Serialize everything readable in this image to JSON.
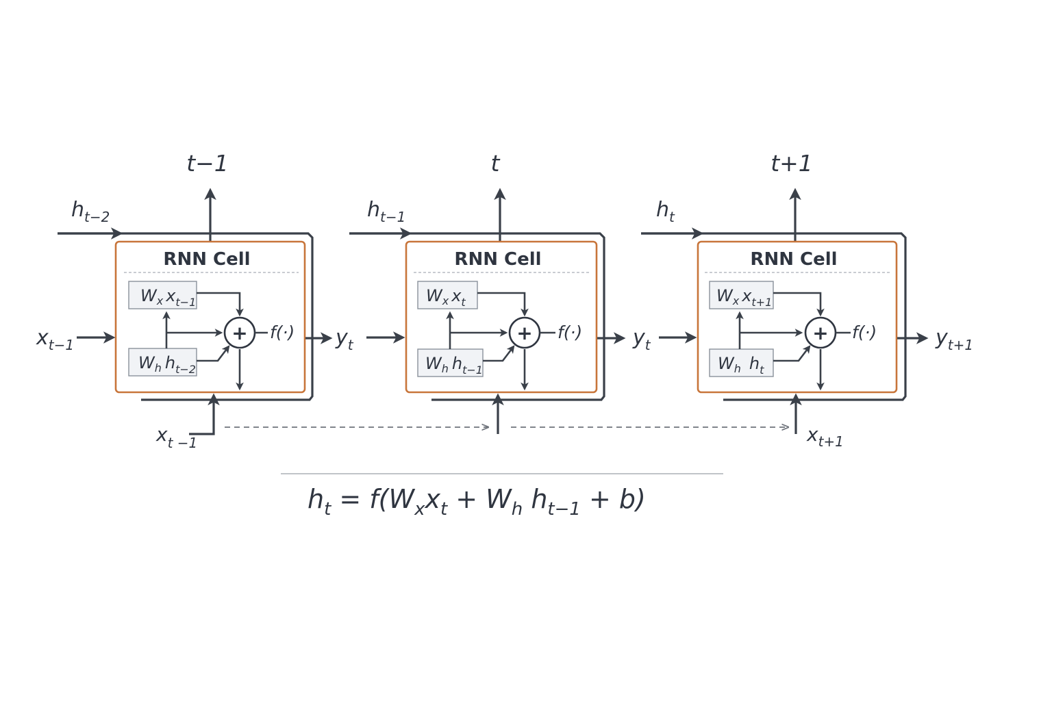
{
  "cells": [
    {
      "time_label": "t−1",
      "h_in": {
        "base": "h",
        "sub": "t−2"
      },
      "x_left": {
        "base": "x",
        "sub": "t−1"
      },
      "x_bottom": {
        "base": "x",
        "sub": "t −1"
      },
      "title": "RNN Cell",
      "wx": {
        "w": "W",
        "wsub": "x",
        "x": "x",
        "xsub": "t−1"
      },
      "wh": {
        "w": "W",
        "wsub": "h",
        "h": "h",
        "hsub": "t−2"
      },
      "f": "f(·)",
      "y_out": {
        "base": "y",
        "sub": "t"
      }
    },
    {
      "time_label": "t",
      "h_in": {
        "base": "h",
        "sub": "t−1"
      },
      "x_left": null,
      "x_bottom": null,
      "title": "RNN Cell",
      "wx": {
        "w": "W",
        "wsub": "x",
        "x": "x",
        "xsub": "t"
      },
      "wh": {
        "w": "W",
        "wsub": "h",
        "h": "h",
        "hsub": "t−1"
      },
      "f": "f(·)",
      "y_out": {
        "base": "y",
        "sub": "t"
      }
    },
    {
      "time_label": "t+1",
      "h_in": {
        "base": "h",
        "sub": "t"
      },
      "x_left": null,
      "x_bottom": {
        "base": "x",
        "sub": "t+1"
      },
      "title": "RNN Cell",
      "wx": {
        "w": "W",
        "wsub": "x",
        "x": "x",
        "xsub": "t+1"
      },
      "wh": {
        "w": "W",
        "wsub": "h",
        "h": "h",
        "hsub": "t"
      },
      "f": "f(·)",
      "y_out": {
        "base": "y",
        "sub": "t+1"
      }
    }
  ],
  "middle_input_label": {
    "base": "y",
    "sub": "t"
  },
  "equation": {
    "lhs": "h",
    "lhs_sub": "t",
    "eq": " = f(",
    "wx": "W",
    "wx_sub": "x",
    "x": "x",
    "x_sub": "t",
    "plus1": "  + ",
    "wh": "W",
    "wh_sub": "h",
    "h": " h",
    "h_sub": "t−1",
    "rest": " + b)"
  },
  "colors": {
    "cell_border": "#c8753a",
    "line": "#3a4049",
    "text": "#2f3540"
  }
}
